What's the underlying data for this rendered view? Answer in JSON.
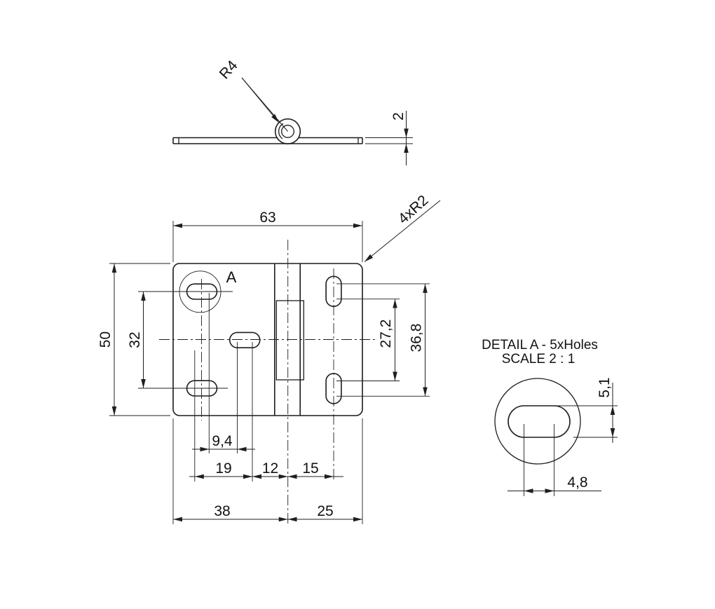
{
  "colors": {
    "background": "#ffffff",
    "geometry": "#1c1c1c",
    "dimension": "#1f1f1f"
  },
  "views": {
    "side_view": {
      "knuckle_radius": "R4",
      "thickness": "2"
    },
    "front_view": {
      "width": "63",
      "height": "50",
      "left_slot_pitch": "32",
      "right_slot_inner": "27,2",
      "right_slot_outer": "36,8",
      "slot_gap": "9,4",
      "chain": [
        "19",
        "12",
        "15"
      ],
      "base": [
        "38",
        "25"
      ],
      "corner_radius": "4xR2",
      "detail_marker": "A"
    },
    "detail_view": {
      "title": "DETAIL A - 5xHoles",
      "scale_note": "SCALE 2 : 1",
      "slot_width": "5,1",
      "slot_arc_pitch": "4,8"
    }
  }
}
